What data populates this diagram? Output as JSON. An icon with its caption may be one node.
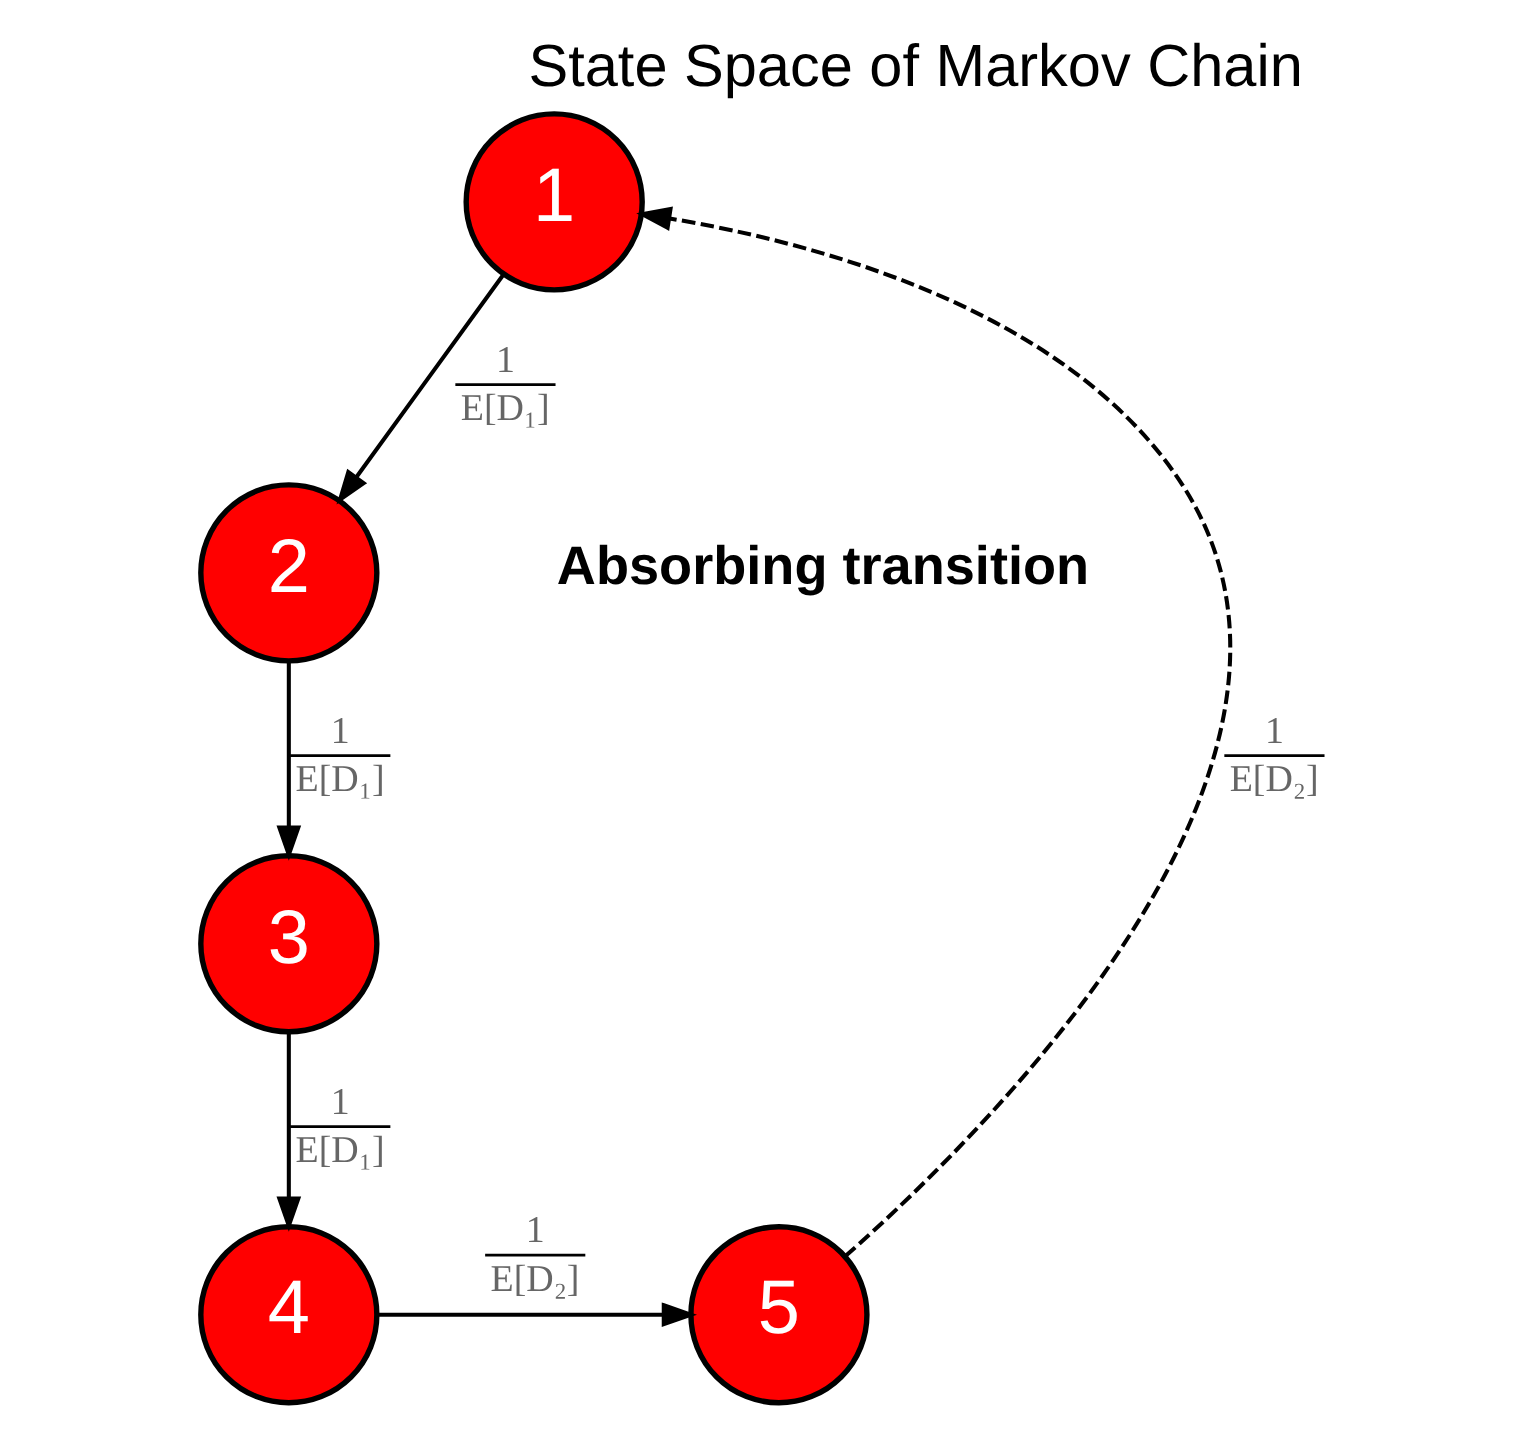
{
  "diagram": {
    "title": "State Space of Markov Chain",
    "nodes": [
      {
        "text": [
          "1"
        ]
      },
      {
        "text": [
          "2"
        ]
      },
      {
        "text": [
          "3"
        ]
      },
      {
        "text": [
          "4"
        ]
      },
      {
        "text": [
          "5"
        ]
      }
    ],
    "edges": [
      {
        "from": 0,
        "to": 1,
        "arrow": "to",
        "label": "1 E[D₁]"
      },
      {
        "from": 1,
        "to": 2,
        "arrow": "to",
        "label": "1 E[D₁]"
      },
      {
        "from": 2,
        "to": 3,
        "arrow": "to",
        "label": "1 E[D₁]"
      },
      {
        "from": 3,
        "to": 4,
        "arrow": "to",
        "label": "1 E[D₂]"
      },
      {
        "from": 4,
        "to": 0,
        "arrow": "to",
        "label": "1 E[D₂]",
        "style": "dashed"
      }
    ],
    "labels": [
      "Absorbing transition"
    ]
  }
}
